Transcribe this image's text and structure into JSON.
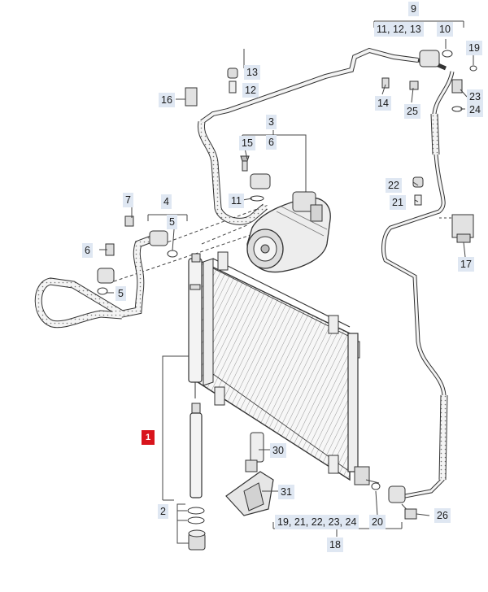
{
  "diagram": {
    "callouts": {
      "c1": "1",
      "c2": "2",
      "c3": "3",
      "c4": "4",
      "c5a": "5",
      "c5b": "5",
      "c6a": "6",
      "c6b": "6",
      "c7": "7",
      "c9": "9",
      "c10": "10",
      "c11a": "11",
      "c12a": "12",
      "c13a": "13",
      "c11b": "11",
      "c12b": "12",
      "c13b": "13",
      "c15": "15",
      "c16": "16",
      "c17": "17",
      "c18": "18",
      "c19": "19",
      "c20": "20",
      "c21a": "21",
      "c21b": "21",
      "c22a": "22",
      "c22b": "22",
      "c23a": "23",
      "c23b": "23",
      "c24a": "24",
      "c24b": "24",
      "c25": "25",
      "c26": "26",
      "c30": "30",
      "c31": "31",
      "c19b": "19",
      "c14": "14"
    },
    "separator": ",",
    "colors": {
      "label_bg": "#dfe7f2",
      "highlight": "#d8141c",
      "line": "#444444",
      "part_fill": "#f2f2f2"
    }
  }
}
